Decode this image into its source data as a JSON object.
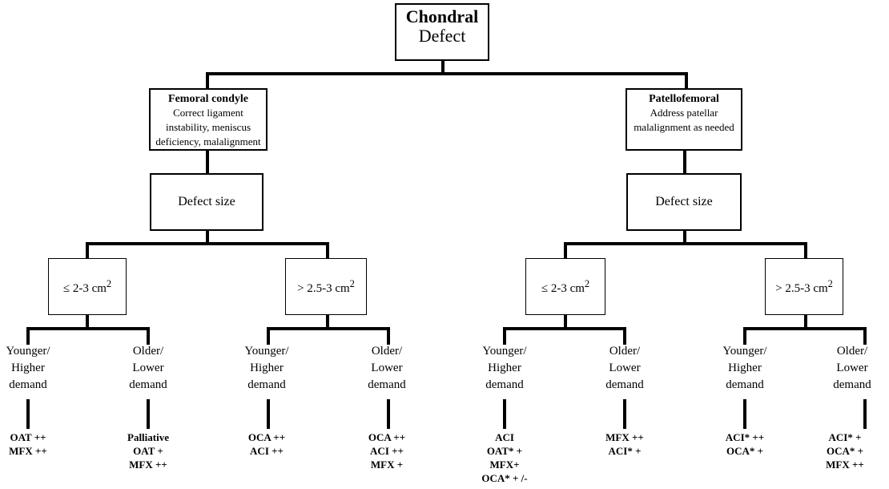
{
  "root": {
    "title": "Chondral",
    "subtitle": "Defect"
  },
  "branches": [
    {
      "title": "Femoral condyle",
      "description": "Correct ligament instability, meniscus deficiency, malalignment",
      "size_label": "Defect size",
      "ranges": [
        {
          "label_prefix": "≤ 2-3 cm",
          "label_sup": "2",
          "groups": [
            {
              "label_lines": [
                "Younger/",
                "Higher",
                "demand"
              ],
              "recommendations": [
                "OAT ++",
                "MFX ++"
              ]
            },
            {
              "label_lines": [
                "Older/",
                "Lower",
                "demand"
              ],
              "recommendations": [
                "Palliative",
                "OAT +",
                "MFX ++"
              ]
            }
          ]
        },
        {
          "label_prefix": "> 2.5-3 cm",
          "label_sup": "2",
          "groups": [
            {
              "label_lines": [
                "Younger/",
                "Higher",
                "demand"
              ],
              "recommendations": [
                "OCA ++",
                "ACI ++"
              ]
            },
            {
              "label_lines": [
                "Older/",
                "Lower",
                "demand"
              ],
              "recommendations": [
                "OCA ++",
                "ACI ++",
                "MFX +"
              ]
            }
          ]
        }
      ]
    },
    {
      "title": "Patellofemoral",
      "description": "Address patellar malalignment as needed",
      "size_label": "Defect size",
      "ranges": [
        {
          "label_prefix": "≤ 2-3 cm",
          "label_sup": "2",
          "groups": [
            {
              "label_lines": [
                "Younger/",
                "Higher",
                "demand"
              ],
              "recommendations": [
                "ACI",
                "OAT* +",
                "MFX+",
                "OCA* + /-"
              ]
            },
            {
              "label_lines": [
                "Older/",
                "Lower",
                "demand"
              ],
              "recommendations": [
                "MFX ++",
                "ACI* +"
              ]
            }
          ]
        },
        {
          "label_prefix": "> 2.5-3 cm",
          "label_sup": "2",
          "groups": [
            {
              "label_lines": [
                "Younger/",
                "Higher",
                "demand"
              ],
              "recommendations": [
                "ACI* ++",
                "OCA* +"
              ]
            },
            {
              "label_lines": [
                "Older/",
                "Lower",
                "demand"
              ],
              "recommendations": [
                "ACI* +",
                "OCA* +",
                "MFX ++"
              ]
            }
          ]
        }
      ]
    }
  ]
}
